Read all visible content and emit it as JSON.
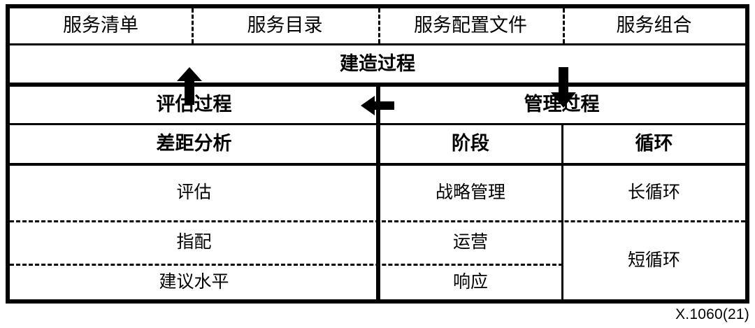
{
  "figure": {
    "caption": "X.1060(21)",
    "ink_color": "#000000",
    "background_color": "#FFFFFF"
  },
  "top_row": {
    "cells": [
      {
        "label": "服务清单"
      },
      {
        "label": "服务目录"
      },
      {
        "label": "服务配置文件"
      },
      {
        "label": "服务组合"
      }
    ]
  },
  "build_row": {
    "label": "建造过程"
  },
  "process_row": {
    "left": "评估过程",
    "right": "管理过程"
  },
  "header_row": {
    "gap_analysis": "差距分析",
    "stage": "阶段",
    "cycle": "循环"
  },
  "body_rows": [
    {
      "left": "评估",
      "stage": "战略管理",
      "cycle": "长循环"
    },
    {
      "left": "指配",
      "stage": "运营",
      "cycle": "短循环"
    },
    {
      "left": "建议水平",
      "stage": "响应",
      "cycle": ""
    }
  ],
  "arrows": [
    {
      "name": "up-arrow",
      "direction": "up",
      "meaning": "评估过程 feeds 建造过程"
    },
    {
      "name": "down-arrow",
      "direction": "down",
      "meaning": "建造过程 feeds 管理过程"
    },
    {
      "name": "left-arrow",
      "direction": "left",
      "meaning": "管理过程 feeds 评估过程"
    }
  ]
}
